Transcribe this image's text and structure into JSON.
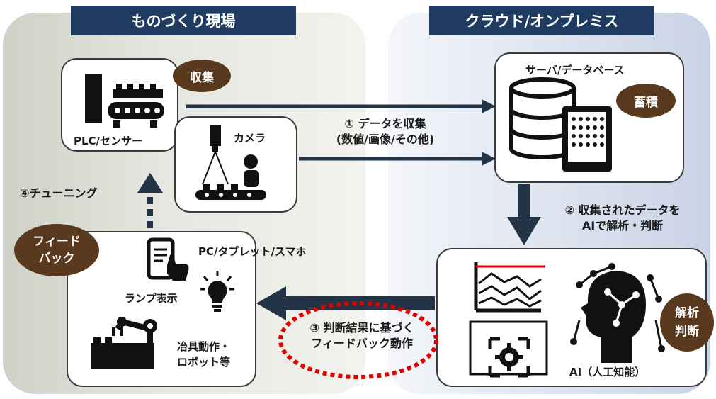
{
  "left_zone": {
    "title": "ものづくり現場"
  },
  "right_zone": {
    "title": "クラウド/オンプレミス"
  },
  "badges": {
    "collect": "収集",
    "store": "蓄積",
    "feedback_line1": "フィード",
    "feedback_line2": "バック",
    "analyze_line1": "解析",
    "analyze_line2": "判断"
  },
  "devices": {
    "plc": "PLC/センサー",
    "camera": "カメラ",
    "server": "サーバ/データベース",
    "pc": "PC/タブレット/スマホ",
    "lamp": "ランプ表示",
    "jig_line1": "冶具動作・",
    "jig_line2": "ロボット等",
    "ai": "AI（人工知能）"
  },
  "flows": {
    "step1_line1": "① データを収集",
    "step1_line2": "(数値/画像/その他)",
    "step2_line1": "② 収集されたデータを",
    "step2_line2": "AIで解析・判断",
    "step3_line1": "③ 判断結果に基づく",
    "step3_line2": "フィードバック動作",
    "step4": "④チューニング"
  },
  "colors": {
    "banner": "#1f3b61",
    "badge": "#5a3a1e",
    "arrow": "#243447",
    "highlight": "#e00000"
  }
}
